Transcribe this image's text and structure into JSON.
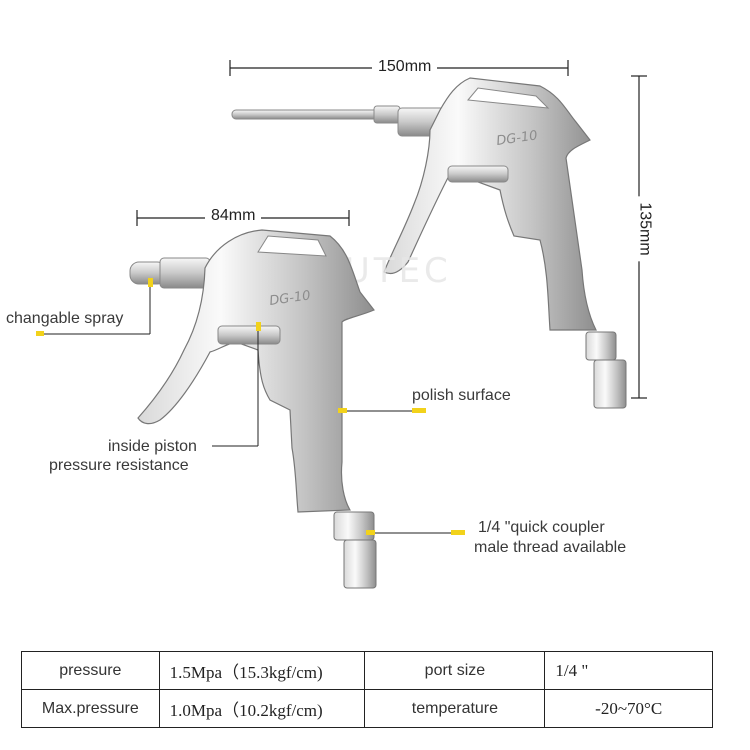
{
  "dimensions": {
    "width_top": "150mm",
    "width_bottom": "84mm",
    "height": "135mm"
  },
  "watermark": "NEUTEC",
  "model_marking": "DG-10",
  "callouts": {
    "spray": "changable spray",
    "piston_line1": "inside piston",
    "piston_line2": "pressure resistance",
    "surface": "polish surface",
    "coupler_line1": "1/4 \"quick coupler",
    "coupler_line2": "male thread available"
  },
  "specs": [
    {
      "label1": "pressure",
      "value1": "1.5Mpa（15.3kgf/cm)",
      "label2": "port size",
      "value2": "1/4 \""
    },
    {
      "label1": "Max.pressure",
      "value1": "1.0Mpa（10.2kgf/cm)",
      "label2": "temperature",
      "value2": "-20~70°C"
    }
  ],
  "colors": {
    "accent": "#f2d21b",
    "metal_light": "#f2f2f2",
    "metal_dark": "#9a9a9a",
    "line": "#222222"
  }
}
